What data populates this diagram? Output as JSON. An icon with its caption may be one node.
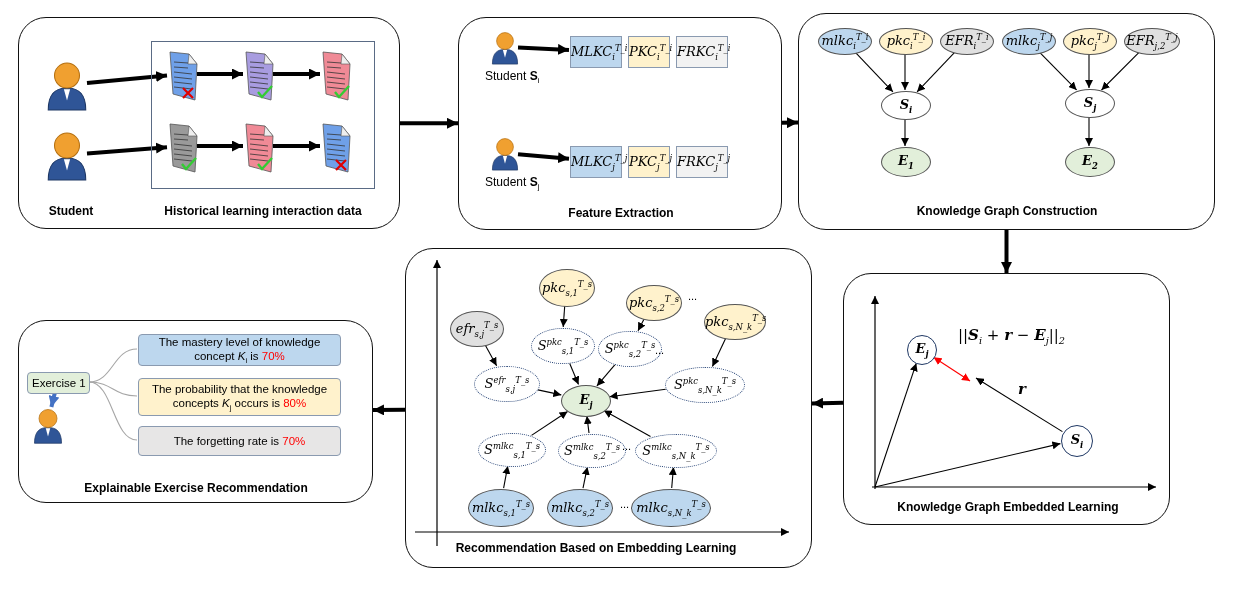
{
  "diagram": {
    "nodes": [
      {
        "text": [
          "Student",
          "Historical learning interaction data"
        ]
      },
      {
        "text": [],
        "shape": "person",
        "in": 0
      },
      {
        "text": [],
        "shape": "person",
        "in": 0
      },
      {
        "text": [],
        "shape": "box",
        "in": 0
      },
      {
        "text": [],
        "shape": "document",
        "in": 3
      },
      {
        "text": [],
        "shape": "document",
        "in": 3
      },
      {
        "text": [],
        "shape": "document",
        "in": 3
      },
      {
        "text": [],
        "shape": "document",
        "in": 3
      },
      {
        "text": [],
        "shape": "document",
        "in": 3
      },
      {
        "text": [],
        "shape": "document",
        "in": 3
      },
      {
        "text": [
          "Feature Extraction"
        ]
      },
      {
        "text": [],
        "shape": "person",
        "in": 10,
        "beside": [
          "Student **S**$_{i}$"
        ]
      },
      {
        "text": [
          "MLKC$_{i}$$^{T_i}$"
        ],
        "in": 10
      },
      {
        "text": [
          "PKC$_{i}$$^{T_i}$"
        ],
        "in": 10
      },
      {
        "text": [
          "FRKC$_{i}$$^{T_i}$"
        ],
        "in": 10
      },
      {
        "text": [],
        "shape": "person",
        "in": 10,
        "beside": [
          "Student **S**$_{j}$"
        ]
      },
      {
        "text": [
          "MLKC$_{j}$$^{T_j}$"
        ],
        "in": 10
      },
      {
        "text": [
          "PKC$_{j}$$^{T_j}$"
        ],
        "in": 10
      },
      {
        "text": [
          "FRKC$_{j}$$^{T_j}$"
        ],
        "in": 10
      },
      {
        "text": [
          "Knowledge Graph Construction"
        ]
      },
      {
        "text": [
          "mlkc$_{i}$$^{T_i}$"
        ],
        "in": 19
      },
      {
        "text": [
          "pkc$_{i}$$^{T_i}$"
        ],
        "in": 19
      },
      {
        "text": [
          "EFR$_{i}$$^{T_i}$"
        ],
        "in": 19
      },
      {
        "text": [
          "mlkc$_{j}$$^{T_j}$"
        ],
        "in": 19
      },
      {
        "text": [
          "pkc$_{j}$$^{T_j}$"
        ],
        "in": 19
      },
      {
        "text": [
          "EFR$_{j,2}$$^{T_j}$"
        ],
        "in": 19
      },
      {
        "text": [
          "S$_{i}$"
        ],
        "in": 19
      },
      {
        "text": [
          "S$_{j}$"
        ],
        "in": 19
      },
      {
        "text": [
          "E$_{1}$"
        ],
        "in": 19
      },
      {
        "text": [
          "E$_{2}$"
        ],
        "in": 19
      },
      {
        "text": [
          "Knowledge Graph Embedded Learning"
        ]
      },
      {
        "text": [
          "E$_{j}$"
        ],
        "in": 30
      },
      {
        "text": [
          "S$_{i}$"
        ],
        "in": 30
      },
      {
        "text": [
          "Recommendation Based on Embedding Learning"
        ]
      },
      {
        "text": [
          "pkc$_{s,1}$$^{T_s}$"
        ],
        "in": 33
      },
      {
        "text": [
          "pkc$_{s,2}$$^{T_s}$"
        ],
        "in": 33
      },
      {
        "text": [
          "pkc$_{s,N_k}$$^{T_s}$"
        ],
        "in": 33
      },
      {
        "text": [
          "efr$_{s,j}$$^{T_s}$"
        ],
        "in": 33
      },
      {
        "text": [
          "S$^{pkc}$$_{s,1}$$^{T_s}$"
        ],
        "in": 33
      },
      {
        "text": [
          "S$^{pkc}$$_{s,2}$$^{T_s}$"
        ],
        "in": 33
      },
      {
        "text": [
          "S$^{efr}$$_{s,j}$$^{T_s}$"
        ],
        "in": 33
      },
      {
        "text": [
          "S$^{pkc}$$_{s,N_k}$$^{T_s}$"
        ],
        "in": 33
      },
      {
        "text": [
          "E$_{j}$"
        ],
        "in": 33
      },
      {
        "text": [
          "S$^{mlkc}$$_{s,1}$$^{T_s}$"
        ],
        "in": 33
      },
      {
        "text": [
          "S$^{mlkc}$$_{s,2}$$^{T_s}$"
        ],
        "in": 33
      },
      {
        "text": [
          "S$^{mlkc}$$_{s,N_k}$$^{T_s}$"
        ],
        "in": 33
      },
      {
        "text": [
          "mlkc$_{s,1}$$^{T_s}$"
        ],
        "in": 33
      },
      {
        "text": [
          "mlkc$_{s,2}$$^{T_s}$"
        ],
        "in": 33
      },
      {
        "text": [
          "mlkc$_{s,N_k}$$^{T_s}$"
        ],
        "in": 33
      },
      {
        "text": [
          "Explainable Exercise Recommendation"
        ]
      },
      {
        "text": [
          "Exercise 1"
        ],
        "in": 49
      },
      {
        "text": [],
        "shape": "person",
        "in": 49
      },
      {
        "text": [
          "The mastery level of knowledge concept *K*$_{i}$ is 70%"
        ],
        "in": 49
      },
      {
        "text": [
          "The probability that the knowledge concepts *K*$_{j}$ occurs is 80%"
        ],
        "in": 49
      },
      {
        "text": [
          "The forgetting rate is 70%"
        ],
        "in": 49
      }
    ],
    "edges": [
      {
        "from": 1,
        "to": 4,
        "arrow": "to",
        "style": "thick"
      },
      {
        "from": 4,
        "to": 5,
        "arrow": "to",
        "style": "thick"
      },
      {
        "from": 5,
        "to": 6,
        "arrow": "to",
        "style": "thick"
      },
      {
        "from": 2,
        "to": 7,
        "arrow": "to",
        "style": "thick"
      },
      {
        "from": 7,
        "to": 8,
        "arrow": "to",
        "style": "thick"
      },
      {
        "from": 8,
        "to": 9,
        "arrow": "to",
        "style": "thick"
      },
      {
        "from": 0,
        "to": 10,
        "arrow": "to",
        "style": "thick"
      },
      {
        "from": 11,
        "to": 12,
        "arrow": "to",
        "style": "thick"
      },
      {
        "from": 15,
        "to": 16,
        "arrow": "to",
        "style": "thick"
      },
      {
        "from": 10,
        "to": 19,
        "arrow": "to",
        "style": "thick"
      },
      {
        "from": 20,
        "to": 26,
        "arrow": "to"
      },
      {
        "from": 21,
        "to": 26,
        "arrow": "to"
      },
      {
        "from": 22,
        "to": 26,
        "arrow": "to"
      },
      {
        "from": 23,
        "to": 27,
        "arrow": "to"
      },
      {
        "from": 24,
        "to": 27,
        "arrow": "to"
      },
      {
        "from": 25,
        "to": 27,
        "arrow": "to"
      },
      {
        "from": 26,
        "to": 28,
        "arrow": "to"
      },
      {
        "from": 27,
        "to": 29,
        "arrow": "to"
      },
      {
        "from": 19,
        "to": 30,
        "arrow": "to",
        "style": "thick"
      },
      {
        "from": null,
        "to": 31,
        "arrow": "to"
      },
      {
        "from": null,
        "to": 32,
        "arrow": "to"
      },
      {
        "from": 32,
        "to": null,
        "arrow": "to",
        "label": "**r**"
      },
      {
        "from": 31,
        "to": null,
        "arrow": "both",
        "color": "#ff0000"
      },
      {
        "from": 30,
        "to": 33,
        "arrow": "to",
        "style": "thick"
      },
      {
        "from": 34,
        "to": 38,
        "arrow": "to"
      },
      {
        "from": 35,
        "to": 39,
        "arrow": "to"
      },
      {
        "from": 36,
        "to": 41,
        "arrow": "to"
      },
      {
        "from": 37,
        "to": 40,
        "arrow": "to"
      },
      {
        "from": 38,
        "to": 42,
        "arrow": "to"
      },
      {
        "from": 39,
        "to": 42,
        "arrow": "to"
      },
      {
        "from": 40,
        "to": 42,
        "arrow": "to"
      },
      {
        "from": 41,
        "to": 42,
        "arrow": "to"
      },
      {
        "from": 43,
        "to": 42,
        "arrow": "to"
      },
      {
        "from": 44,
        "to": 42,
        "arrow": "to"
      },
      {
        "from": 45,
        "to": 42,
        "arrow": "to"
      },
      {
        "from": 46,
        "to": 43,
        "arrow": "to"
      },
      {
        "from": 47,
        "to": 44,
        "arrow": "to"
      },
      {
        "from": 48,
        "to": 45,
        "arrow": "to"
      },
      {
        "from": 33,
        "to": 49,
        "arrow": "to",
        "style": "thick"
      },
      {
        "from": 50,
        "to": 51,
        "arrow": "to",
        "style": "thick",
        "color": "#4472c4"
      },
      {
        "from": 50,
        "to": 52,
        "arrow": "none",
        "color": "#a6a6a6"
      },
      {
        "from": 50,
        "to": 53,
        "arrow": "none",
        "color": "#a6a6a6"
      },
      {
        "from": 50,
        "to": 54,
        "arrow": "none",
        "color": "#a6a6a6"
      }
    ],
    "labels": [
      "...",
      "...",
      "...",
      "...",
      "||**S**$_{i}$ + **r** − **E**$_{j}$||$_{2}$"
    ]
  }
}
